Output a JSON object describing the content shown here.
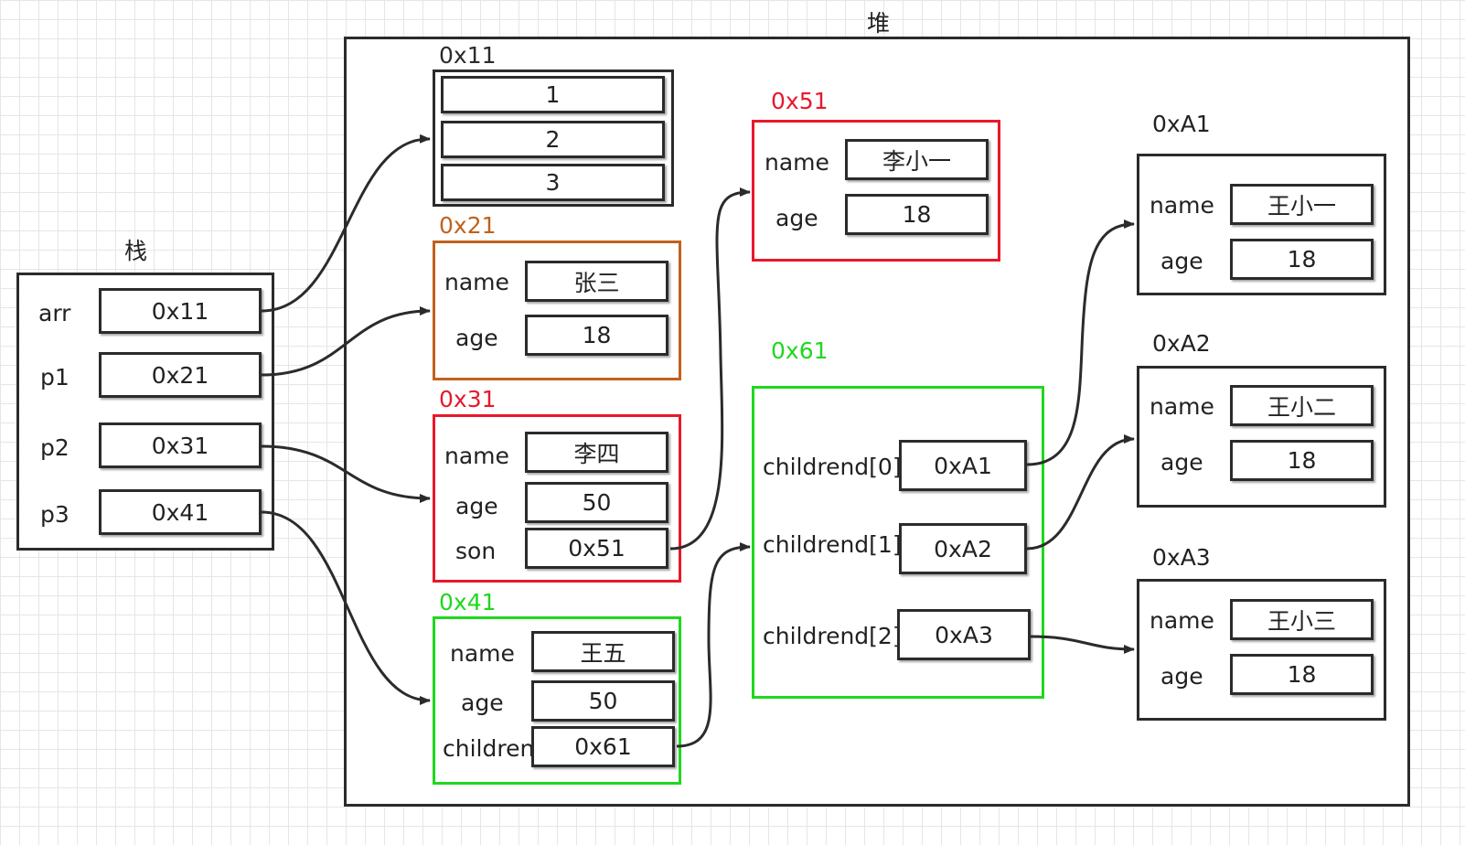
{
  "heap_title": "堆",
  "stack": {
    "title": "栈",
    "vars": [
      {
        "name": "arr",
        "value": "0x11"
      },
      {
        "name": "p1",
        "value": "0x21"
      },
      {
        "name": "p2",
        "value": "0x31"
      },
      {
        "name": "p3",
        "value": "0x41"
      }
    ]
  },
  "colors": {
    "black": "#2b2b2b",
    "orange": "#c0611c",
    "red": "#e8182a",
    "green": "#1ed81e"
  },
  "objects": {
    "arr": {
      "address": "0x11",
      "items": [
        "1",
        "2",
        "3"
      ]
    },
    "p1": {
      "address": "0x21",
      "fields": [
        {
          "key": "name",
          "value": "张三"
        },
        {
          "key": "age",
          "value": "18"
        }
      ]
    },
    "p2": {
      "address": "0x31",
      "fields": [
        {
          "key": "name",
          "value": "李四"
        },
        {
          "key": "age",
          "value": "50"
        },
        {
          "key": "son",
          "value": "0x51"
        }
      ]
    },
    "p3": {
      "address": "0x41",
      "fields": [
        {
          "key": "name",
          "value": "王五"
        },
        {
          "key": "age",
          "value": "50"
        },
        {
          "key": "children",
          "value": "0x61"
        }
      ]
    },
    "son": {
      "address": "0x51",
      "fields": [
        {
          "key": "name",
          "value": "李小一"
        },
        {
          "key": "age",
          "value": "18"
        }
      ]
    },
    "children": {
      "address": "0x61",
      "fields": [
        {
          "key": "childrend[0]",
          "value": "0xA1"
        },
        {
          "key": "childrend[1]",
          "value": "0xA2"
        },
        {
          "key": "childrend[2]",
          "value": "0xA3"
        }
      ]
    },
    "childA1": {
      "address": "0xA1",
      "fields": [
        {
          "key": "name",
          "value": "王小一"
        },
        {
          "key": "age",
          "value": "18"
        }
      ]
    },
    "childA2": {
      "address": "0xA2",
      "fields": [
        {
          "key": "name",
          "value": "王小二"
        },
        {
          "key": "age",
          "value": "18"
        }
      ]
    },
    "childA3": {
      "address": "0xA3",
      "fields": [
        {
          "key": "name",
          "value": "王小三"
        },
        {
          "key": "age",
          "value": "18"
        }
      ]
    }
  }
}
